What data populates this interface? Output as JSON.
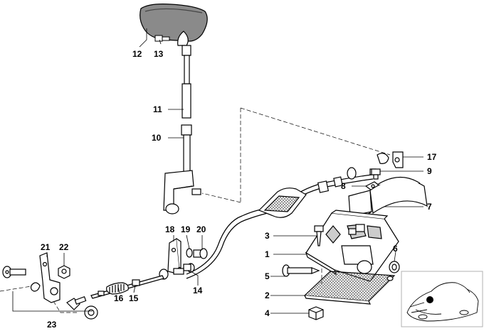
{
  "diagram": {
    "callouts": [
      {
        "id": "c12",
        "text": "12"
      },
      {
        "id": "c13",
        "text": "13"
      },
      {
        "id": "c11",
        "text": "11"
      },
      {
        "id": "c10",
        "text": "10"
      },
      {
        "id": "c17",
        "text": "17"
      },
      {
        "id": "c9",
        "text": "9"
      },
      {
        "id": "c8",
        "text": "8"
      },
      {
        "id": "c7",
        "text": "7"
      },
      {
        "id": "c18",
        "text": "18"
      },
      {
        "id": "c19",
        "text": "19"
      },
      {
        "id": "c20",
        "text": "20"
      },
      {
        "id": "c3",
        "text": "3"
      },
      {
        "id": "c1",
        "text": "1"
      },
      {
        "id": "c6",
        "text": "6"
      },
      {
        "id": "c21",
        "text": "21"
      },
      {
        "id": "c22",
        "text": "22"
      },
      {
        "id": "c5",
        "text": "5"
      },
      {
        "id": "c2",
        "text": "2"
      },
      {
        "id": "c14",
        "text": "14"
      },
      {
        "id": "c16",
        "text": "16"
      },
      {
        "id": "c15",
        "text": "15"
      },
      {
        "id": "c4",
        "text": "4"
      },
      {
        "id": "c23",
        "text": "23"
      }
    ],
    "colors": {
      "line": "#000000",
      "fill": "#ffffff",
      "shade": "#6b6b6b",
      "mesh": "#9a9a9a",
      "thumb_border": "#b0b0b0"
    }
  }
}
